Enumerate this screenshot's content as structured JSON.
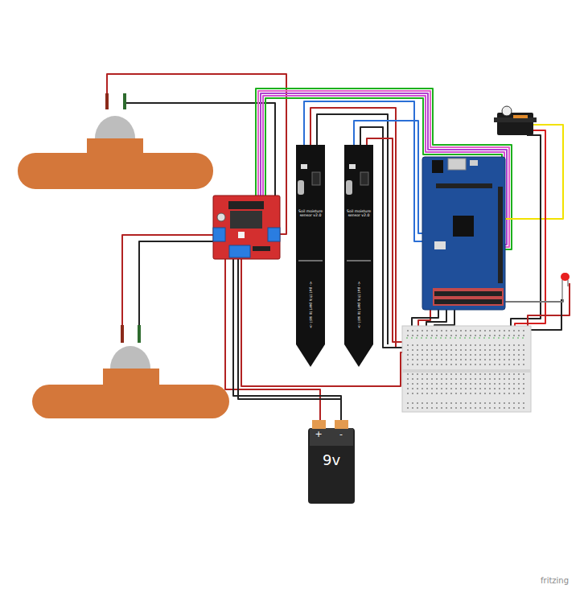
{
  "diagram": {
    "nodes": [
      {
        "text": [
          "Soil moisture sensor v2.0",
          "<- put this part to soil ->"
        ]
      },
      {
        "text": [
          "Soil moisture sensor v2.0",
          "<- put this part to soil ->"
        ]
      },
      {
        "text": [
          "+",
          "-",
          "9v"
        ]
      }
    ],
    "labels": [
      "fritzing"
    ]
  }
}
